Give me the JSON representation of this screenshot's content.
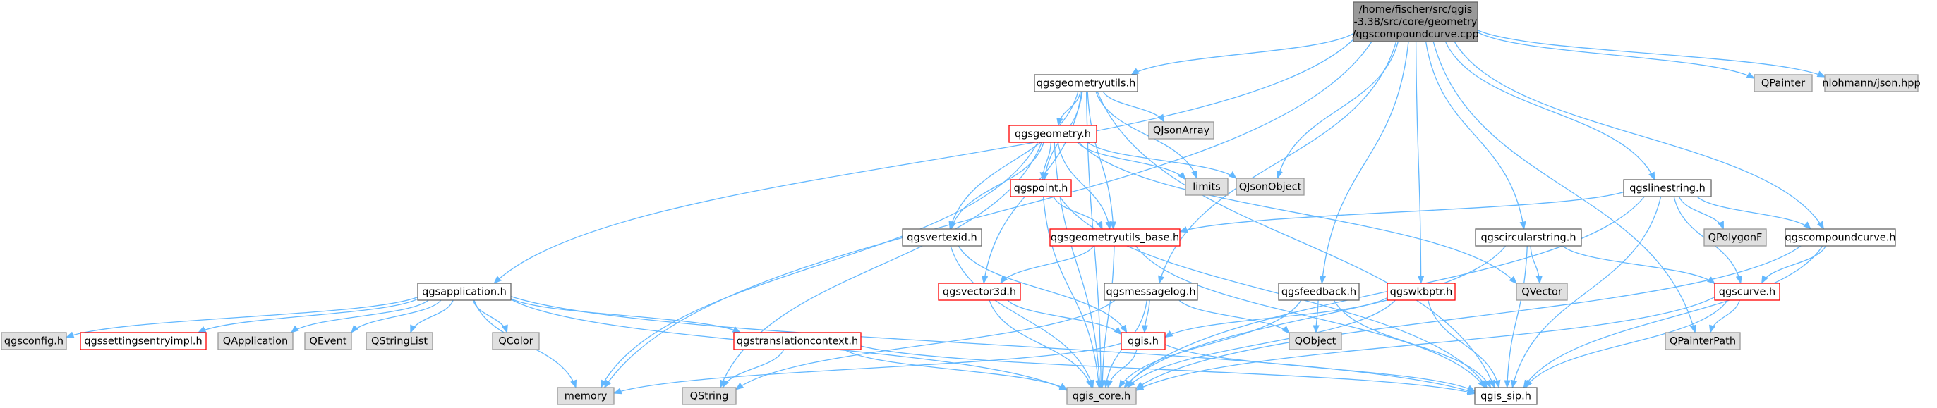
{
  "colors": {
    "edge": "#63b8ff",
    "root_fill": "#999999",
    "root_stroke": "#666666",
    "doc_fill": "#ffffff",
    "doc_stroke": "#666666",
    "trunc_fill": "#ffffff",
    "trunc_stroke": "#ff0000",
    "ext_fill": "#e0e0e0",
    "ext_stroke": "#999999"
  },
  "nodes": [
    {
      "id": "root",
      "lines": [
        "/home/fischer/src/qgis",
        "-3.38/src/core/geometry",
        "/qgscompoundcurve.cpp"
      ],
      "kind": "root"
    },
    {
      "id": "geomutils",
      "lines": [
        "qgsgeometryutils.h"
      ],
      "kind": "doc"
    },
    {
      "id": "qjsonarray",
      "lines": [
        "QJsonArray"
      ],
      "kind": "ext"
    },
    {
      "id": "qgsgeometry",
      "lines": [
        "qgsgeometry.h"
      ],
      "kind": "trunc"
    },
    {
      "id": "limits",
      "lines": [
        "limits"
      ],
      "kind": "ext"
    },
    {
      "id": "qjsonobject",
      "lines": [
        "QJsonObject"
      ],
      "kind": "ext"
    },
    {
      "id": "qgspoint",
      "lines": [
        "qgspoint.h"
      ],
      "kind": "trunc"
    },
    {
      "id": "qgsvertexid",
      "lines": [
        "qgsvertexid.h"
      ],
      "kind": "doc"
    },
    {
      "id": "geomutilsbase",
      "lines": [
        "qgsgeometryutils_base.h"
      ],
      "kind": "trunc"
    },
    {
      "id": "qgsvector3d",
      "lines": [
        "qgsvector3d.h"
      ],
      "kind": "trunc"
    },
    {
      "id": "qgsmessagelog",
      "lines": [
        "qgsmessagelog.h"
      ],
      "kind": "doc"
    },
    {
      "id": "qgsapplication",
      "lines": [
        "qgsapplication.h"
      ],
      "kind": "doc"
    },
    {
      "id": "qgsconfig",
      "lines": [
        "qgsconfig.h"
      ],
      "kind": "ext"
    },
    {
      "id": "qgssettings",
      "lines": [
        "qgssettingsentryimpl.h"
      ],
      "kind": "trunc"
    },
    {
      "id": "qapplication",
      "lines": [
        "QApplication"
      ],
      "kind": "ext"
    },
    {
      "id": "qevent",
      "lines": [
        "QEvent"
      ],
      "kind": "ext"
    },
    {
      "id": "qstringlist",
      "lines": [
        "QStringList"
      ],
      "kind": "ext"
    },
    {
      "id": "qcolor",
      "lines": [
        "QColor"
      ],
      "kind": "ext"
    },
    {
      "id": "qgstransctx",
      "lines": [
        "qgstranslationcontext.h"
      ],
      "kind": "trunc"
    },
    {
      "id": "qgis",
      "lines": [
        "qgis.h"
      ],
      "kind": "trunc"
    },
    {
      "id": "memory",
      "lines": [
        "memory"
      ],
      "kind": "ext"
    },
    {
      "id": "qstring",
      "lines": [
        "QString"
      ],
      "kind": "ext"
    },
    {
      "id": "qgiscore",
      "lines": [
        "qgis_core.h"
      ],
      "kind": "ext"
    },
    {
      "id": "qgissip",
      "lines": [
        "qgis_sip.h"
      ],
      "kind": "doc"
    },
    {
      "id": "qgsfeedback",
      "lines": [
        "qgsfeedback.h"
      ],
      "kind": "doc"
    },
    {
      "id": "qobject",
      "lines": [
        "QObject"
      ],
      "kind": "ext"
    },
    {
      "id": "qgswkbptr",
      "lines": [
        "qgswkbptr.h"
      ],
      "kind": "trunc"
    },
    {
      "id": "qgscircular",
      "lines": [
        "qgscircularstring.h"
      ],
      "kind": "doc"
    },
    {
      "id": "qvector",
      "lines": [
        "QVector"
      ],
      "kind": "ext"
    },
    {
      "id": "qgslinestring",
      "lines": [
        "qgslinestring.h"
      ],
      "kind": "doc"
    },
    {
      "id": "qpolygonf",
      "lines": [
        "QPolygonF"
      ],
      "kind": "ext"
    },
    {
      "id": "qgscompound",
      "lines": [
        "qgscompoundcurve.h"
      ],
      "kind": "doc"
    },
    {
      "id": "qgscurve",
      "lines": [
        "qgscurve.h"
      ],
      "kind": "trunc"
    },
    {
      "id": "qpainterpath",
      "lines": [
        "QPainterPath"
      ],
      "kind": "ext"
    },
    {
      "id": "qpainter",
      "lines": [
        "QPainter"
      ],
      "kind": "ext"
    },
    {
      "id": "nlohmann",
      "lines": [
        "nlohmann/json.hpp"
      ],
      "kind": "ext"
    }
  ],
  "edges": [
    [
      "root",
      "geomutils"
    ],
    [
      "root",
      "memory"
    ],
    [
      "root",
      "qjsonobject"
    ],
    [
      "root",
      "qgsapplication"
    ],
    [
      "root",
      "qgsmessagelog"
    ],
    [
      "root",
      "qgsfeedback"
    ],
    [
      "root",
      "qgswkbptr"
    ],
    [
      "root",
      "qgscircular"
    ],
    [
      "root",
      "qgslinestring"
    ],
    [
      "root",
      "qgscompound"
    ],
    [
      "root",
      "qpainterpath"
    ],
    [
      "root",
      "qpainter"
    ],
    [
      "root",
      "nlohmann"
    ],
    [
      "geomutils",
      "qjsonarray"
    ],
    [
      "geomutils",
      "qgsgeometry"
    ],
    [
      "geomutils",
      "limits"
    ],
    [
      "geomutils",
      "qgspoint"
    ],
    [
      "geomutils",
      "qgsvertexid"
    ],
    [
      "geomutils",
      "geomutilsbase"
    ],
    [
      "geomutils",
      "qgsvector3d"
    ],
    [
      "geomutils",
      "qgiscore"
    ],
    [
      "geomutils",
      "qgissip"
    ],
    [
      "qgsgeometry",
      "limits"
    ],
    [
      "qgsgeometry",
      "qjsonobject"
    ],
    [
      "qgsgeometry",
      "qgspoint"
    ],
    [
      "qgsgeometry",
      "qgsvertexid"
    ],
    [
      "qgsgeometry",
      "memory"
    ],
    [
      "qgsgeometry",
      "qstring"
    ],
    [
      "qgsgeometry",
      "qgiscore"
    ],
    [
      "qgsgeometry",
      "qvector"
    ],
    [
      "qgsgeometry",
      "geomutilsbase"
    ],
    [
      "qgspoint",
      "geomutilsbase"
    ],
    [
      "qgspoint",
      "qgiscore"
    ],
    [
      "qgspoint",
      "qgissip"
    ],
    [
      "qgsvertexid",
      "qgis"
    ],
    [
      "qgsvertexid",
      "qgiscore"
    ],
    [
      "geomutilsbase",
      "qgsvector3d"
    ],
    [
      "geomutilsbase",
      "qgiscore"
    ],
    [
      "geomutilsbase",
      "qgissip"
    ],
    [
      "qgsvector3d",
      "qgis"
    ],
    [
      "qgsvector3d",
      "qgiscore"
    ],
    [
      "qgsmessagelog",
      "qgis"
    ],
    [
      "qgsmessagelog",
      "qgiscore"
    ],
    [
      "qgsmessagelog",
      "qobject"
    ],
    [
      "qgsmessagelog",
      "qstring"
    ],
    [
      "qgsapplication",
      "qgsconfig"
    ],
    [
      "qgsapplication",
      "qgssettings"
    ],
    [
      "qgsapplication",
      "qapplication"
    ],
    [
      "qgsapplication",
      "qevent"
    ],
    [
      "qgsapplication",
      "qstringlist"
    ],
    [
      "qgsapplication",
      "qcolor"
    ],
    [
      "qgsapplication",
      "qgstransctx"
    ],
    [
      "qgsapplication",
      "memory"
    ],
    [
      "qgsapplication",
      "qgiscore"
    ],
    [
      "qgsapplication",
      "qgissip"
    ],
    [
      "qgstransctx",
      "qstring"
    ],
    [
      "qgstransctx",
      "qgiscore"
    ],
    [
      "qgstransctx",
      "qgissip"
    ],
    [
      "qgis",
      "memory"
    ],
    [
      "qgis",
      "qgiscore"
    ],
    [
      "qgis",
      "qgissip"
    ],
    [
      "qgsfeedback",
      "qobject"
    ],
    [
      "qgsfeedback",
      "qgiscore"
    ],
    [
      "qgsfeedback",
      "qgissip"
    ],
    [
      "qgswkbptr",
      "qgis"
    ],
    [
      "qgswkbptr",
      "qgiscore"
    ],
    [
      "qgswkbptr",
      "qgissip"
    ],
    [
      "qgscircular",
      "qvector"
    ],
    [
      "qgscircular",
      "qgscurve"
    ],
    [
      "qgscircular",
      "qgiscore"
    ],
    [
      "qgscircular",
      "qgissip"
    ],
    [
      "qgslinestring",
      "geomutilsbase"
    ],
    [
      "qgslinestring",
      "qpolygonf"
    ],
    [
      "qgslinestring",
      "qgscompound"
    ],
    [
      "qgslinestring",
      "qgscurve"
    ],
    [
      "qgslinestring",
      "qgiscore"
    ],
    [
      "qgslinestring",
      "qgissip"
    ],
    [
      "qgscompound",
      "qgscurve"
    ],
    [
      "qgscompound",
      "qgiscore"
    ],
    [
      "qgscompound",
      "qgissip"
    ],
    [
      "qgscurve",
      "qpainterpath"
    ],
    [
      "qgscurve",
      "qgiscore"
    ],
    [
      "qgscurve",
      "qgissip"
    ]
  ]
}
